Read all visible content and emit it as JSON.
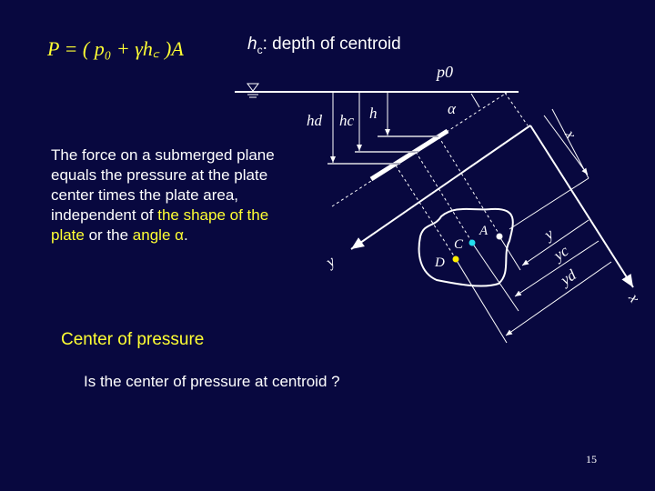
{
  "formula": "P = ( p₀ + γh꜀ )A",
  "centroid_note": {
    "symbol": "h",
    "subscript": "c",
    "text": ": depth of centroid"
  },
  "body": {
    "part1": "The force on a submerged plane equals the pressure at the plate center times the plate area, independent of ",
    "highlight1": "the shape of the plate",
    "part2": " or the ",
    "highlight2": "angle α",
    "part3": "."
  },
  "heading": "Center of pressure",
  "question": "Is the center of pressure at centroid ?",
  "page_number": "15",
  "diagram": {
    "labels": {
      "p0": "p0",
      "alpha": "α",
      "hd": "hd",
      "hc": "hc",
      "h": "h",
      "x_top": "x",
      "x_axis": "x",
      "y_axis": "y",
      "y": "y",
      "yc": "yc",
      "yd": "yd",
      "A": "A",
      "C": "C",
      "D": "D"
    },
    "colors": {
      "background": "#08083f",
      "highlight": "#ffff33",
      "centroid": "#22ddee",
      "pressure_center": "#ffee00",
      "point_a": "#ffffff"
    }
  }
}
